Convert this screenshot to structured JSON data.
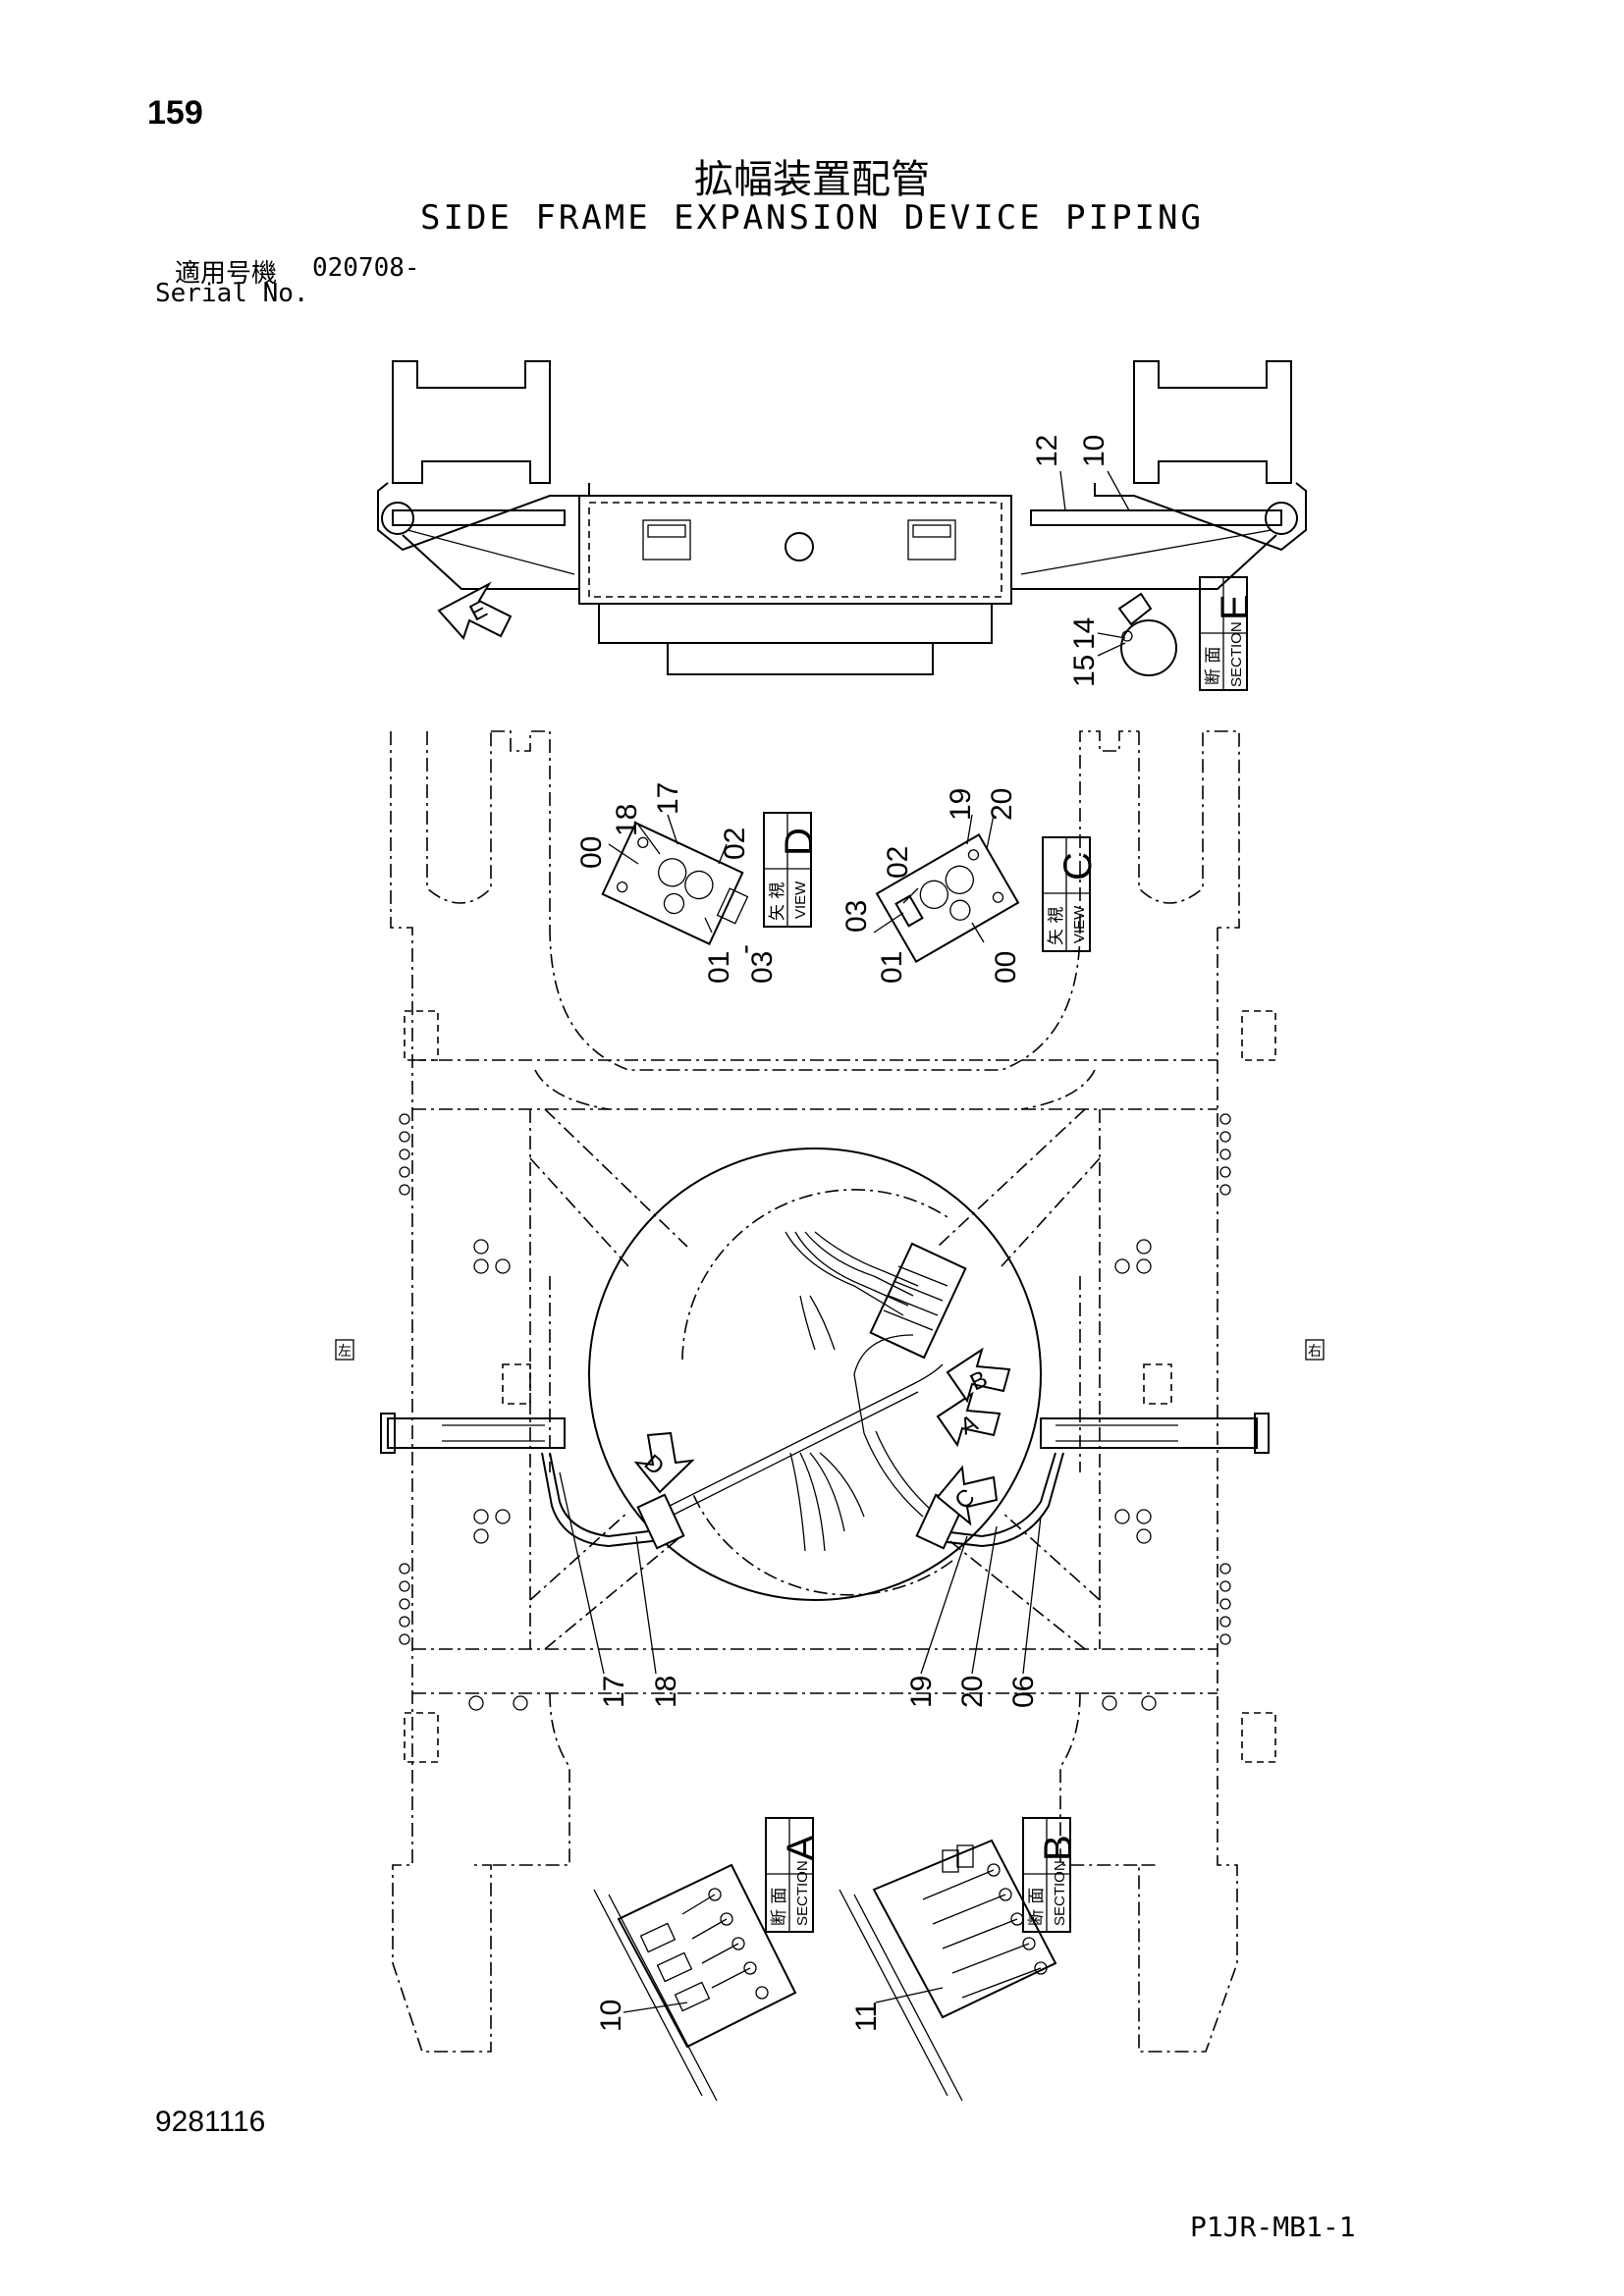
{
  "header": {
    "page_number": "159",
    "title_jp": "拡幅装置配管",
    "title_en": "SIDE FRAME EXPANSION DEVICE PIPING",
    "serial_label_jp": "適用号機",
    "serial_value": "020708-",
    "serial_label_en": "Serial No."
  },
  "footer": {
    "doc_id": "9281116",
    "page_code": "P1JR-MB1-1"
  },
  "callouts": {
    "top_12": "12",
    "top_10": "10",
    "sec_e_14": "14",
    "sec_e_15": "15",
    "d_00": "00",
    "d_18": "18",
    "d_17": "17",
    "d_02": "02",
    "d_01": "01",
    "d_dash": "-",
    "d_03": "03",
    "c_19": "19",
    "c_20": "20",
    "c_02": "02",
    "c_03": "03",
    "c_01": "01",
    "c_00": "00",
    "main_17": "17",
    "main_18": "18",
    "main_19": "19",
    "main_20": "20",
    "main_06": "06",
    "sec_a_10": "10",
    "sec_b_11": "11"
  },
  "view_labels": {
    "section_e_letter": "E",
    "section_e_jp": "断 面",
    "section_e_en": "SECTION",
    "view_d_letter": "D",
    "view_d_jp": "矢 視",
    "view_d_en": "VIEW",
    "view_c_letter": "C",
    "view_c_jp": "矢 視",
    "view_c_en": "VIEW",
    "section_a_letter": "A",
    "section_a_jp": "断 面",
    "section_a_en": "SECTION",
    "section_b_letter": "B",
    "section_b_jp": "断 面",
    "section_b_en": "SECTION"
  },
  "arrows": {
    "e": "E",
    "a": "A",
    "b": "B",
    "c": "C",
    "d": "D"
  },
  "side_marks": {
    "left": "左",
    "right": "右"
  }
}
